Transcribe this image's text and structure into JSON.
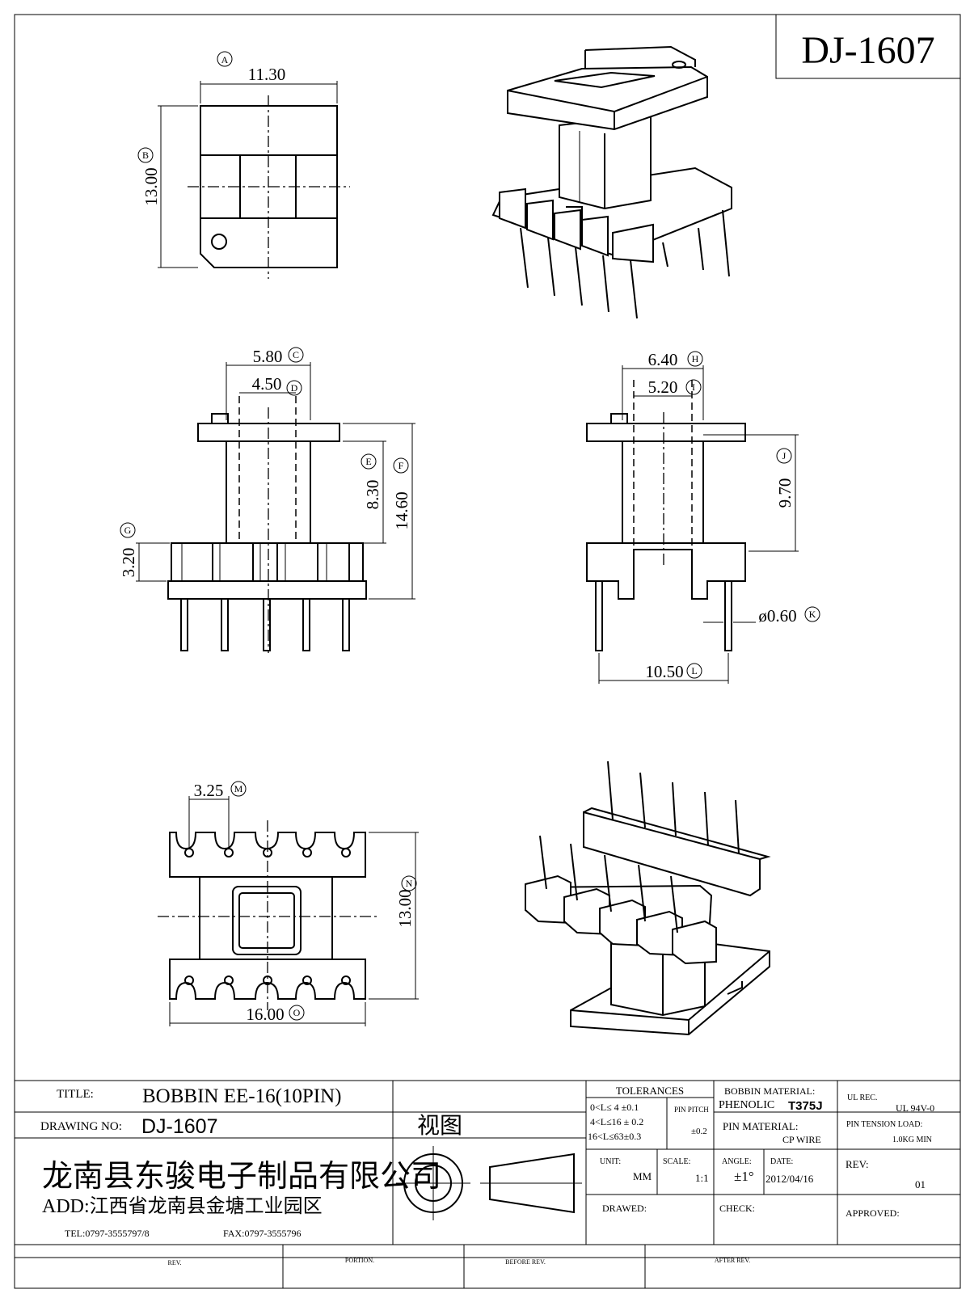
{
  "drawing_code": "DJ-1607",
  "views": {
    "top": {
      "dim_a": "11.30",
      "mark_a": "A",
      "dim_b": "13.00",
      "mark_b": "B"
    },
    "front": {
      "dim_c": "5.80",
      "mark_c": "C",
      "dim_d": "4.50",
      "mark_d": "D",
      "dim_e": "8.30",
      "mark_e": "E",
      "dim_f": "14.60",
      "mark_f": "F",
      "dim_g": "3.20",
      "mark_g": "G"
    },
    "side": {
      "dim_h": "6.40",
      "mark_h": "H",
      "dim_i": "5.20",
      "mark_i": "I",
      "dim_j": "9.70",
      "mark_j": "J",
      "dim_k": "ø0.60",
      "mark_k": "K",
      "dim_l": "10.50",
      "mark_l": "L"
    },
    "bottom": {
      "dim_m": "3.25",
      "mark_m": "M",
      "dim_n": "13.00",
      "mark_n": "N",
      "dim_o": "16.00",
      "mark_o": "O"
    }
  },
  "title_block": {
    "title_label": "TITLE:",
    "title_value": "BOBBIN EE-16(10PIN)",
    "drawing_no_label": "DRAWING NO:",
    "drawing_no_value": "DJ-1607",
    "view_label": "视图",
    "company_name": "龙南县东骏电子制品有限公司",
    "address": "ADD:江西省龙南县金塘工业园区",
    "tel": "TEL:0797-3555797/8",
    "fax": "FAX:0797-3555796",
    "tolerances_label": "TOLERANCES",
    "tol_1": "0<L≤ 4  ±0.1",
    "tol_2": "4<L≤16 ± 0.2",
    "tol_3": "16<L≤63±0.3",
    "pin_pitch_label": "PIN PITCH",
    "pin_pitch_value": "±0.2",
    "bobbin_material_label": "BOBBIN MATERIAL:",
    "bobbin_material_value": "PHENOLIC",
    "bobbin_grade": "T375J",
    "ul_label": "UL REC.",
    "ul_value": "UL  94V-0",
    "pin_material_label": "PIN MATERIAL:",
    "pin_material_value": "CP WIRE",
    "pin_tension_label": "PIN TENSION LOAD:",
    "pin_tension_value": "1.0KG MIN",
    "unit_label": "UNIT:",
    "unit_value": "MM",
    "scale_label": "SCALE:",
    "scale_value": "1:1",
    "angle_label": "ANGLE:",
    "angle_value": "±1°",
    "date_label": "DATE:",
    "date_value": "2012/04/16",
    "rev_label": "REV:",
    "rev_value": "01",
    "drawed_label": "DRAWED:",
    "check_label": "CHECK:",
    "approved_label": "APPROVED:",
    "rev_col": "REV.",
    "portion_col": "PORTION.",
    "before_rev_col": "BEFORE REV.",
    "after_rev_col": "AFTER REV."
  }
}
